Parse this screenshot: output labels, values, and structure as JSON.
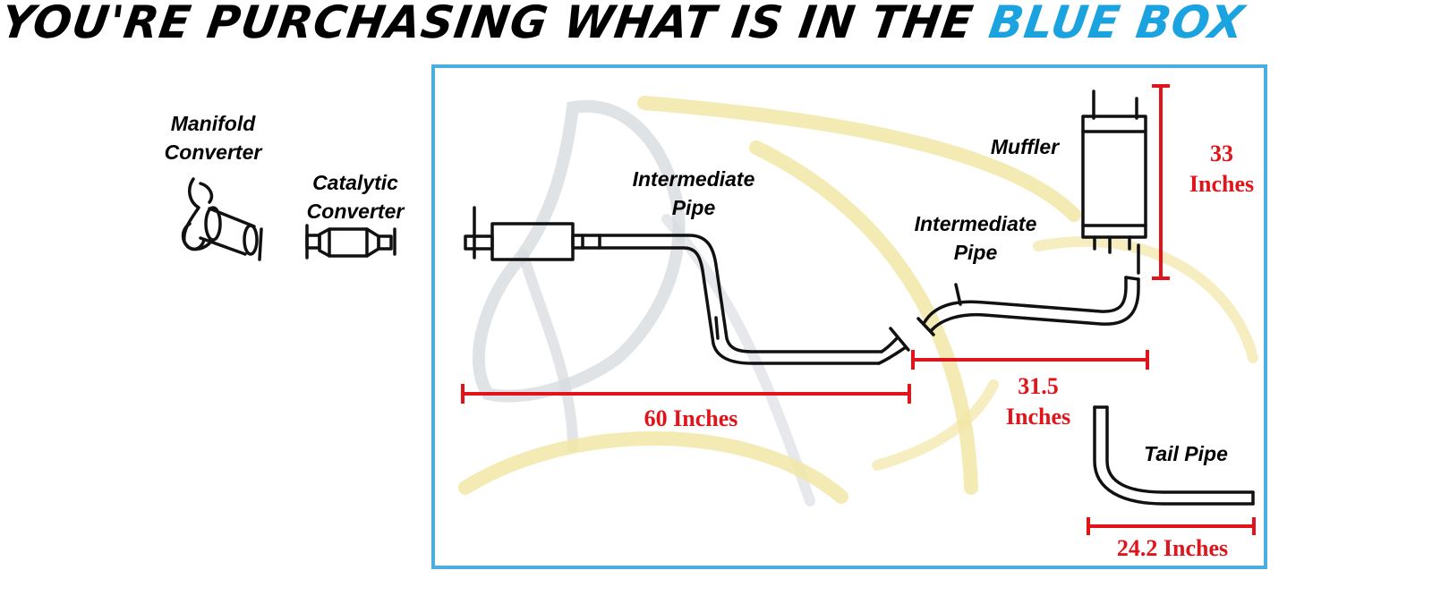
{
  "headline": {
    "lead": "YOU'RE PURCHASING WHAT IS IN THE ",
    "accent": "BLUE BOX"
  },
  "colors": {
    "accent_blue": "#1aa3df",
    "box_border": "#4aaee0",
    "dimension_red": "#e0151b",
    "watermark_gold": "#f2e6a6",
    "watermark_grey": "#d6d9dd"
  },
  "parts": {
    "manifold_converter": {
      "line1": "Manifold",
      "line2": "Converter"
    },
    "catalytic_converter": {
      "line1": "Catalytic",
      "line2": "Converter"
    },
    "intermediate_pipe_1": {
      "line1": "Intermediate",
      "line2": "Pipe"
    },
    "intermediate_pipe_2": {
      "line1": "Intermediate",
      "line2": "Pipe"
    },
    "muffler": {
      "label": "Muffler"
    },
    "tail_pipe": {
      "label": "Tail Pipe"
    }
  },
  "dimensions": {
    "intermediate_pipe_1": {
      "value": "60 Inches"
    },
    "intermediate_pipe_2": {
      "line1": "31.5",
      "line2": "Inches"
    },
    "muffler": {
      "line1": "33",
      "line2": "Inches"
    },
    "tail_pipe": {
      "value": "24.2 Inches"
    }
  },
  "icons": {
    "watermark": "horse-head-logo",
    "manifold": "manifold-converter-icon",
    "catalytic": "catalytic-converter-icon"
  }
}
